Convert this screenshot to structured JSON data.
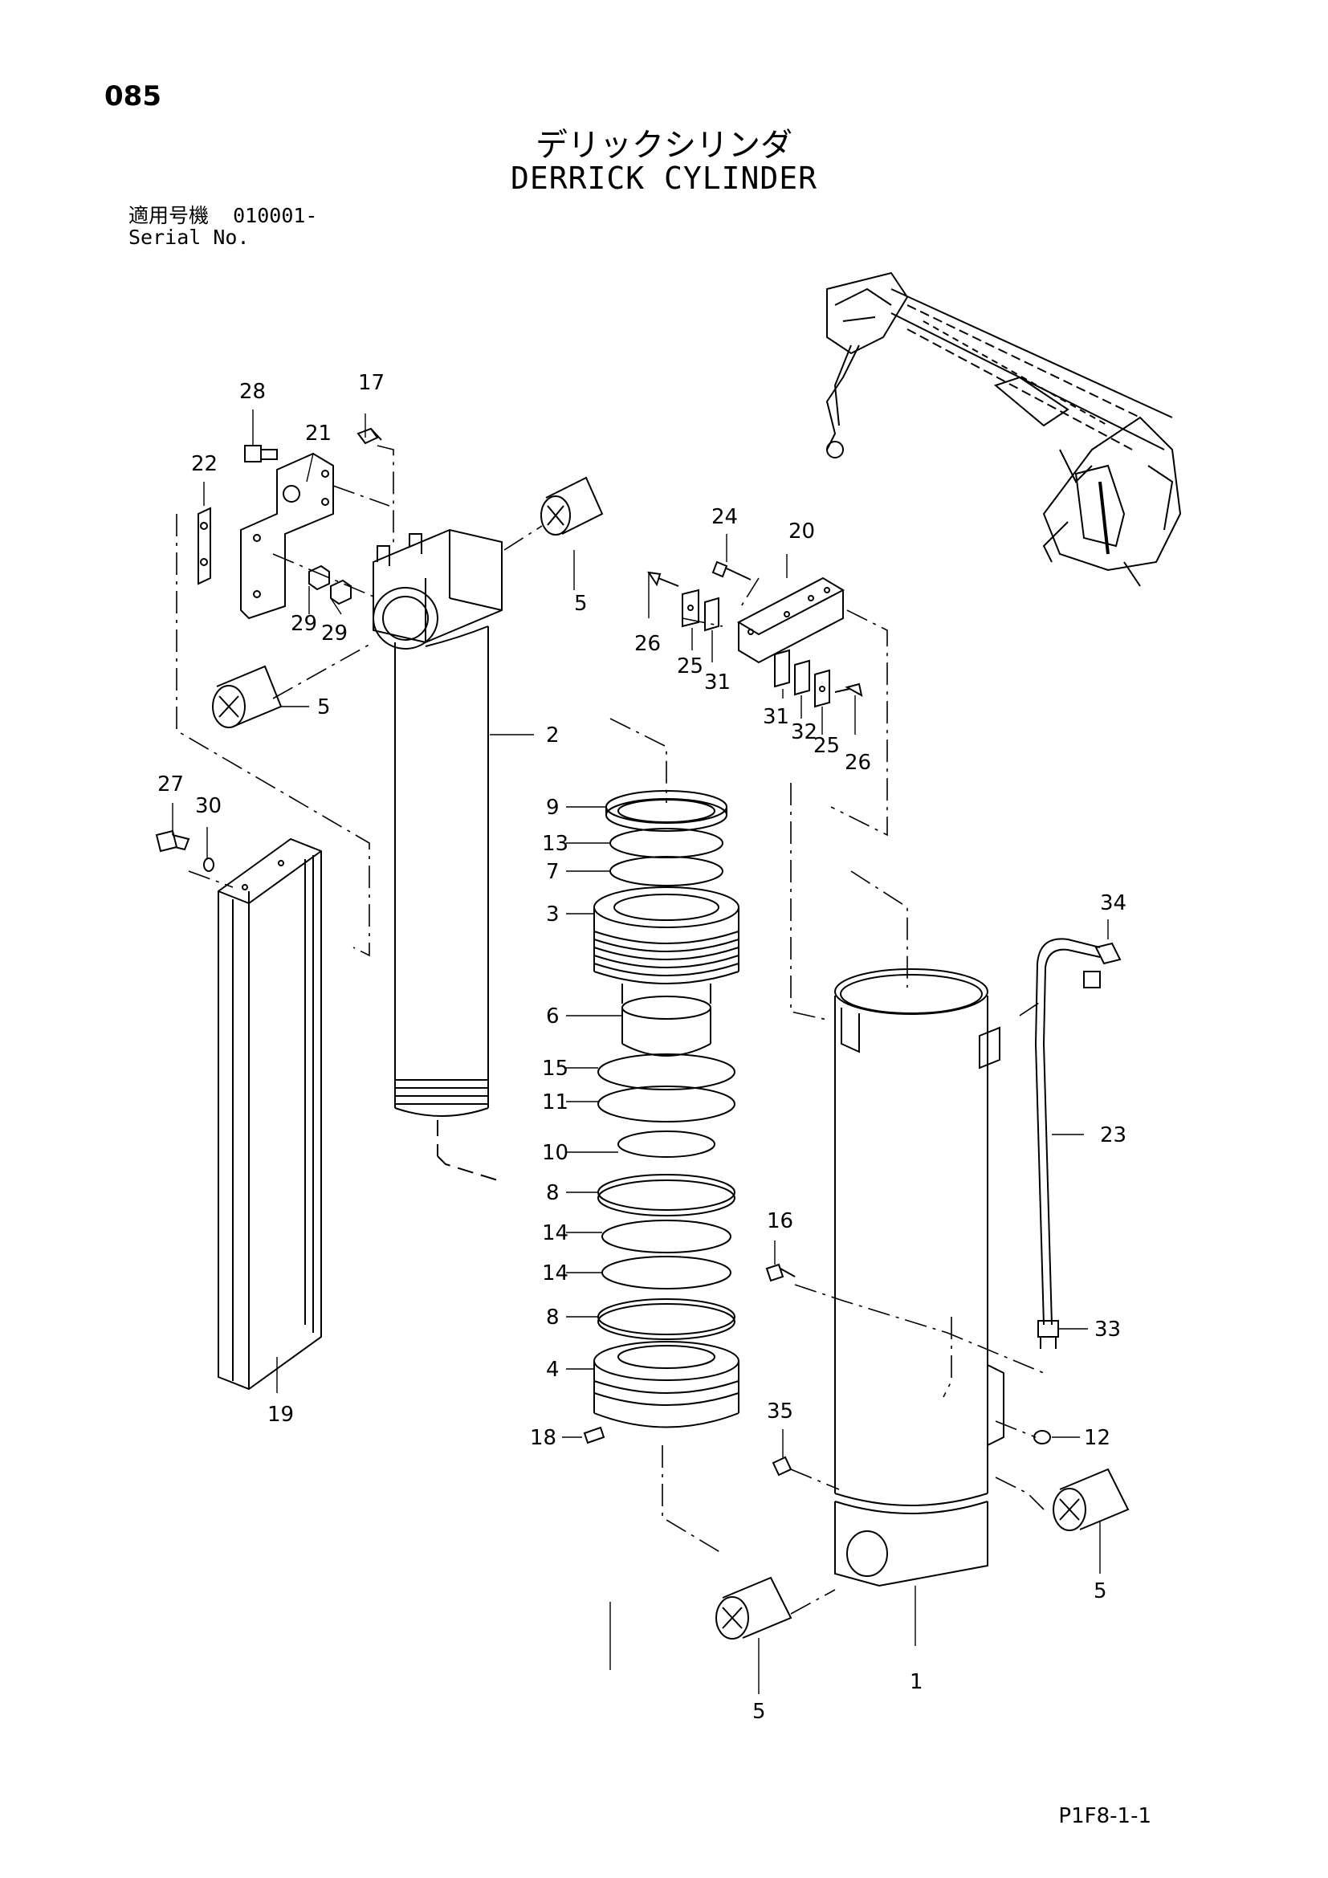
{
  "page_number": "085",
  "title_ja": "デリックシリンダ",
  "title_en": "DERRICK CYLINDER",
  "serial": {
    "label_ja": "適用号機",
    "value": "010001-",
    "label_en": "Serial No."
  },
  "footer_code": "P1F8-1-1",
  "callouts": {
    "c1": "1",
    "c2": "2",
    "c3": "3",
    "c4": "4",
    "c5a": "5",
    "c5b": "5",
    "c5c": "5",
    "c5d": "5",
    "c6": "6",
    "c7": "7",
    "c8a": "8",
    "c8b": "8",
    "c9": "9",
    "c10": "10",
    "c11": "11",
    "c12": "12",
    "c13": "13",
    "c14a": "14",
    "c14b": "14",
    "c15": "15",
    "c16": "16",
    "c17": "17",
    "c18": "18",
    "c19": "19",
    "c20": "20",
    "c21": "21",
    "c22": "22",
    "c23": "23",
    "c24": "24",
    "c25a": "25",
    "c25b": "25",
    "c26a": "26",
    "c26b": "26",
    "c27": "27",
    "c28": "28",
    "c29a": "29",
    "c29b": "29",
    "c30": "30",
    "c31a": "31",
    "c31b": "31",
    "c32": "32",
    "c33": "33",
    "c34": "34",
    "c35": "35"
  }
}
